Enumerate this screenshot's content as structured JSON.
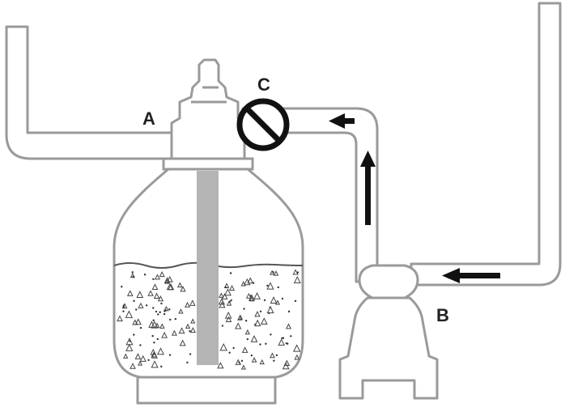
{
  "labels": {
    "valve_a": "A",
    "pump_b": "B",
    "check_valve_c": "C"
  },
  "colors": {
    "outline": "#9a9a9a",
    "standpipe": "#b4b4b4",
    "arrow": "#111111",
    "valve_symbol": "#111111",
    "text": "#222222"
  },
  "icons": {
    "check_valve": "prohibition-circle-icon",
    "flow_arrow": "arrow-icon",
    "sand_bed": "sand-particles"
  }
}
